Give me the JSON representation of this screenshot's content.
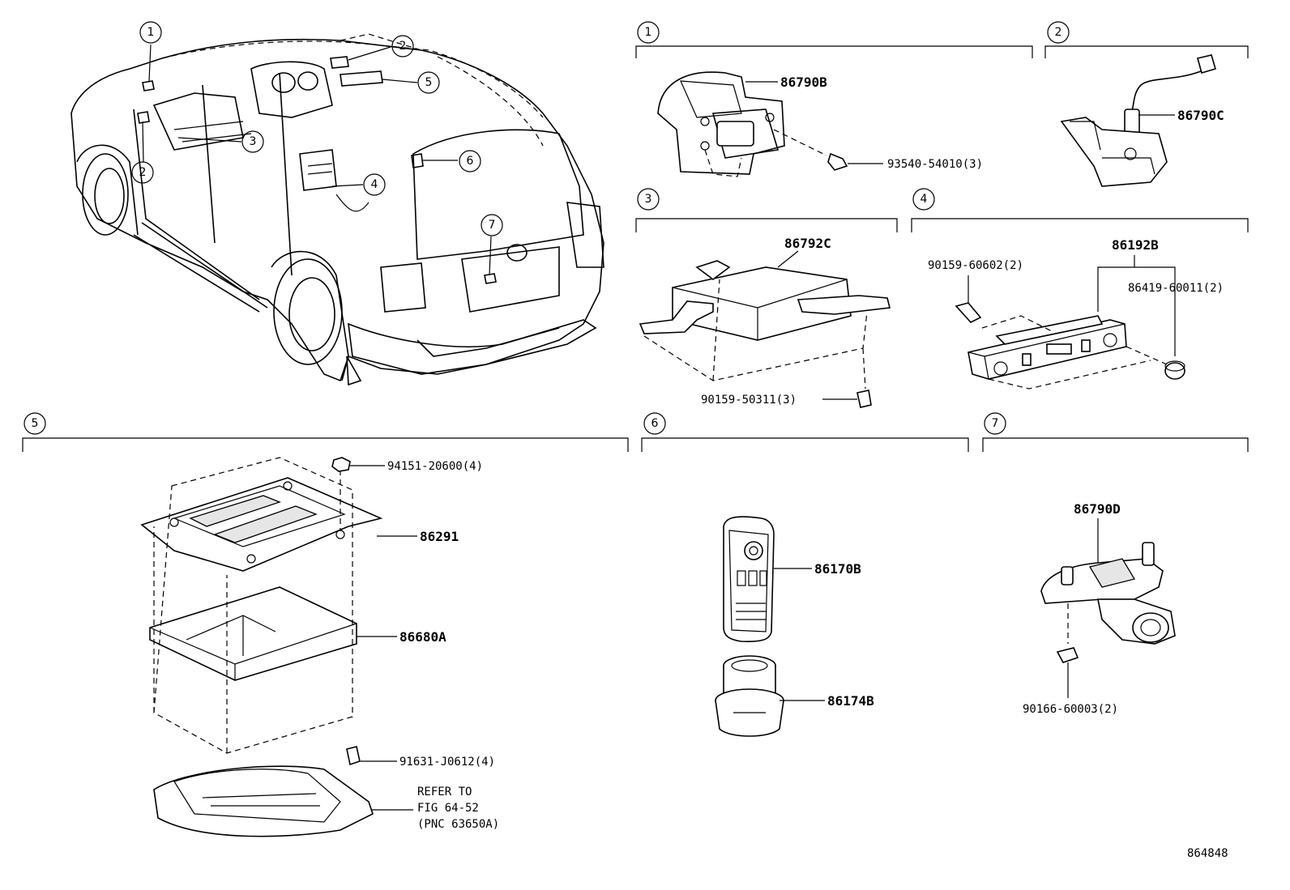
{
  "callouts": [
    "1",
    "2",
    "3",
    "4",
    "5",
    "6",
    "7"
  ],
  "parts": {
    "p86790B": "86790B",
    "p93540": "93540-54010(3)",
    "p86790C": "86790C",
    "p86792C": "86792C",
    "p90159_50311": "90159-50311(3)",
    "p86192B": "86192B",
    "p90159_60602": "90159-60602(2)",
    "p86419": "86419-60011(2)",
    "p94151": "94151-20600(4)",
    "p86291": "86291",
    "p86680A": "86680A",
    "p91631": "91631-J0612(4)",
    "p86170B": "86170B",
    "p86174B": "86174B",
    "p86790D": "86790D",
    "p90166": "90166-60003(2)"
  },
  "refer": {
    "line1": "REFER TO",
    "line2": "FIG 64-52",
    "line3": "(PNC 63650A)"
  },
  "diagram_id": "864848"
}
